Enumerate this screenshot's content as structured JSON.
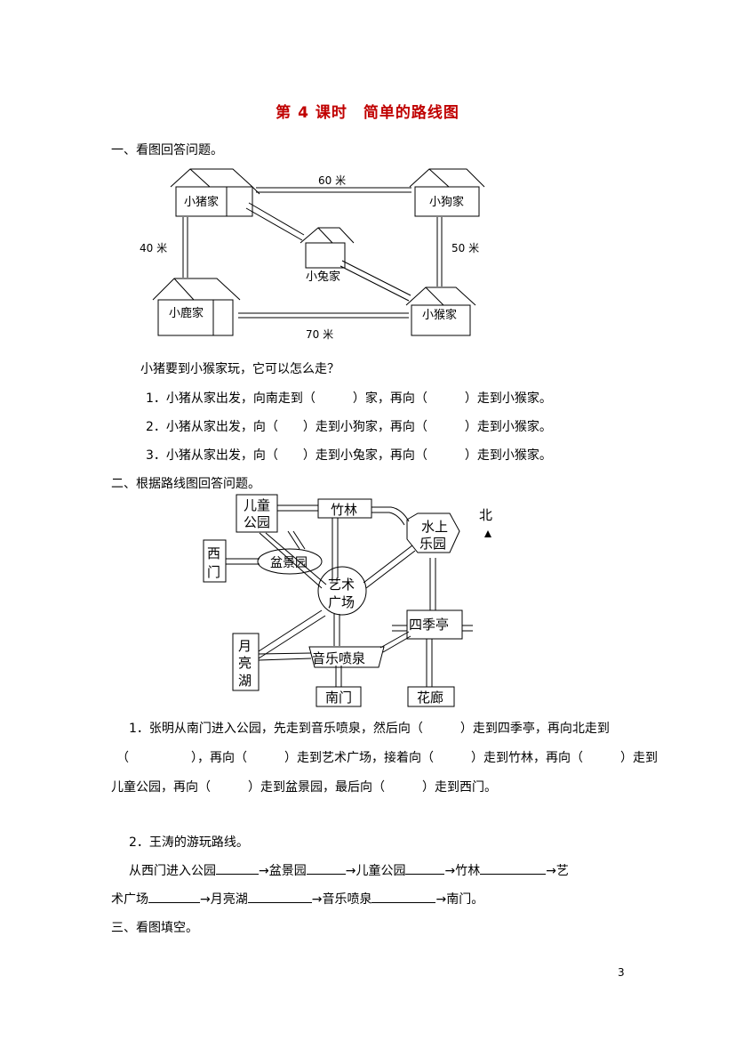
{
  "title": "第 4 课时　简单的路线图",
  "section1": {
    "heading": "一、看图回答问题。",
    "map": {
      "houses": [
        "小猪家",
        "小狗家",
        "小兔家",
        "小鹿家",
        "小猴家"
      ],
      "distances": [
        "60 米",
        "40 米",
        "50 米",
        "70 米"
      ]
    },
    "question": "小猪要到小猴家玩，它可以怎么走？",
    "items": [
      "1．小猪从家出发，向南走到（　　　）家，再向（　　　）走到小猴家。",
      "2．小猪从家出发，向（　　）走到小狗家，再向（　　　）走到小猴家。",
      "3．小猪从家出发，向（　　）走到小兔家，再向（　　　）走到小猴家。"
    ]
  },
  "section2": {
    "heading": "二、根据路线图回答问题。",
    "map": {
      "places": [
        "儿童公园",
        "竹林",
        "水上乐园",
        "西门",
        "盆景园",
        "艺术广场",
        "四季亭",
        "月亮湖",
        "音乐喷泉",
        "南门",
        "花廊"
      ],
      "north": "北"
    },
    "q1": [
      "1．张明从南门进入公园，先走到音乐喷泉，然后向（　　　）走到四季亭，再向北走到",
      "（　　　　　），再向（　　　）走到艺术广场，接着向（　　　）走到竹林，再向（　　　）走到",
      "儿童公园，再向（　　　）走到盆景园，最后向（　　　）走到西门。"
    ],
    "q2_label": "2．王涛的游玩路线。",
    "q2_route": {
      "line1": [
        "从西门进入公园",
        "→盆景园",
        "→儿童公园",
        "→竹林",
        "→艺"
      ],
      "line2": [
        "术广场",
        "→月亮湖",
        "→音乐喷泉",
        "→南门。"
      ]
    }
  },
  "section3": {
    "heading": "三、看图填空。"
  },
  "page_number": "3"
}
